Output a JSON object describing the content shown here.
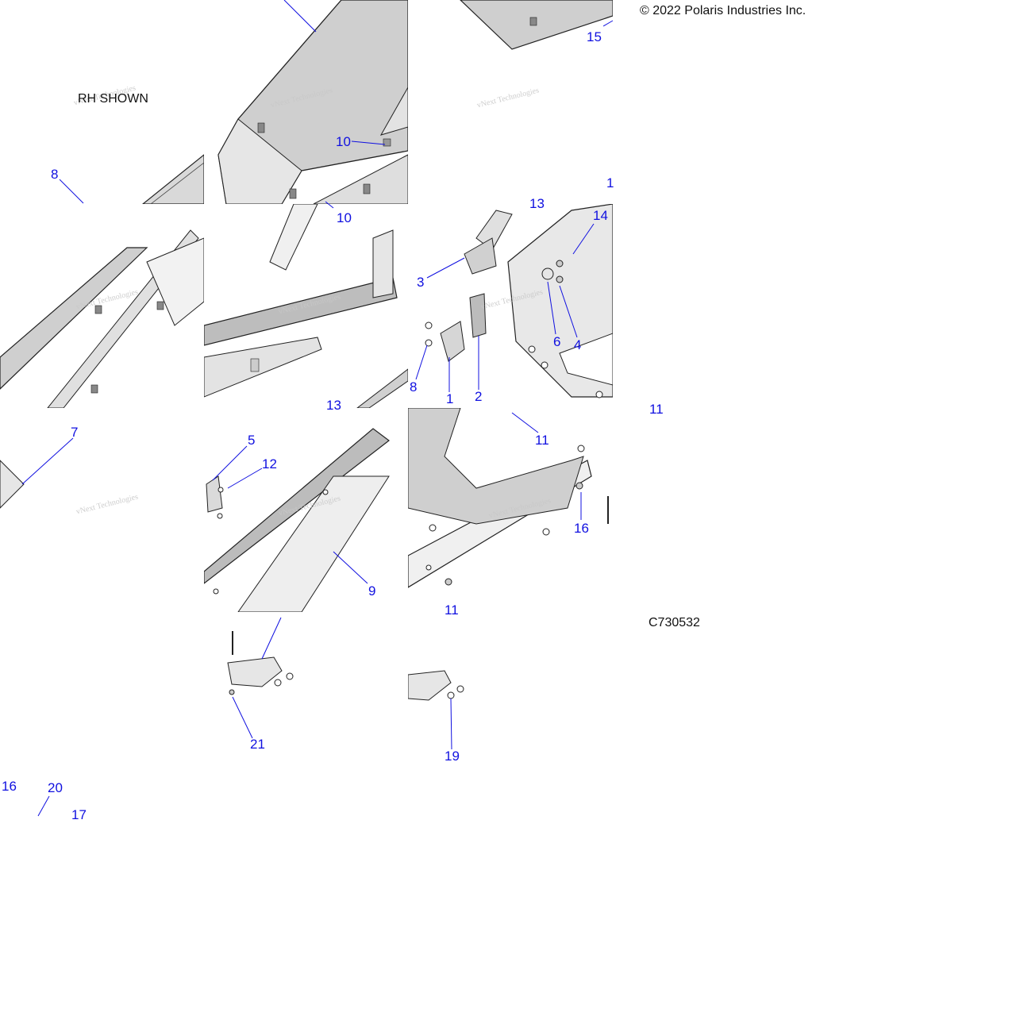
{
  "copyright": "© 2022 Polaris Industries Inc.",
  "figure_id": "C730532",
  "note": "RH SHOWN",
  "watermark": "vNext Technologies",
  "colors": {
    "callout": "#1010e0",
    "part_fill": "#d9d9d9",
    "part_dark": "#a8a8a8",
    "outline": "#222222"
  },
  "callouts": [
    {
      "id": "c-10a",
      "text": "10"
    },
    {
      "id": "c-8a",
      "text": "8"
    },
    {
      "id": "c-15",
      "text": "15"
    },
    {
      "id": "c-1a",
      "text": "1"
    },
    {
      "id": "c-10b",
      "text": "10"
    },
    {
      "id": "c-13a",
      "text": "13"
    },
    {
      "id": "c-14",
      "text": "14"
    },
    {
      "id": "c-3",
      "text": "3"
    },
    {
      "id": "c-6",
      "text": "6"
    },
    {
      "id": "c-4",
      "text": "4"
    },
    {
      "id": "c-8b",
      "text": "8"
    },
    {
      "id": "c-1b",
      "text": "1"
    },
    {
      "id": "c-2",
      "text": "2"
    },
    {
      "id": "c-13b",
      "text": "13"
    },
    {
      "id": "c-7",
      "text": "7"
    },
    {
      "id": "c-5",
      "text": "5"
    },
    {
      "id": "c-12",
      "text": "12"
    },
    {
      "id": "c-11a",
      "text": "11"
    },
    {
      "id": "c-16a",
      "text": "16"
    },
    {
      "id": "c-9",
      "text": "9"
    },
    {
      "id": "c-11b",
      "text": "11"
    },
    {
      "id": "c-11c",
      "text": "11"
    },
    {
      "id": "c-21",
      "text": "21"
    },
    {
      "id": "c-19",
      "text": "19"
    },
    {
      "id": "c-16b",
      "text": "16"
    },
    {
      "id": "c-20",
      "text": "20"
    },
    {
      "id": "c-17",
      "text": "17"
    }
  ]
}
